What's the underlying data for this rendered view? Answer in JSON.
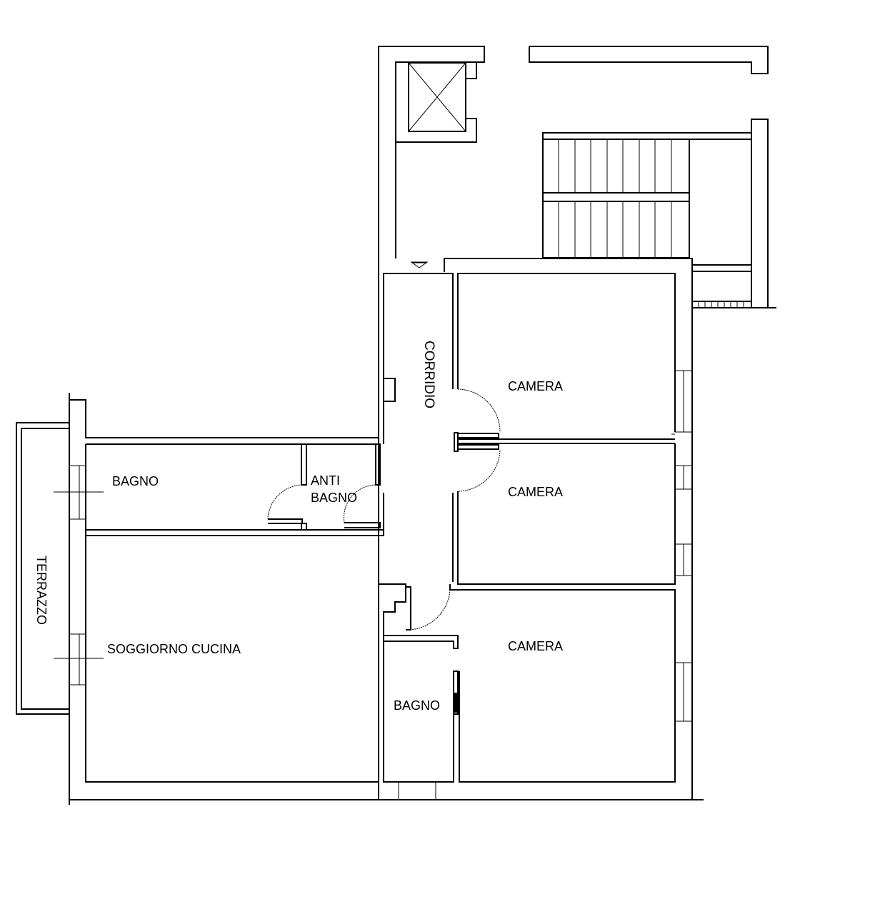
{
  "plan": {
    "rooms": [
      {
        "id": "corridor",
        "label": "CORRIDIO"
      },
      {
        "id": "camera-1",
        "label": "CAMERA"
      },
      {
        "id": "camera-2",
        "label": "CAMERA"
      },
      {
        "id": "camera-3",
        "label": "CAMERA"
      },
      {
        "id": "bagno-1",
        "label": "BAGNO"
      },
      {
        "id": "anti-bagno",
        "label_line1": "ANTI",
        "label_line2": "BAGNO"
      },
      {
        "id": "bagno-2",
        "label": "BAGNO"
      },
      {
        "id": "soggiorno",
        "label": "SOGGIORNO CUCINA"
      },
      {
        "id": "terrazzo",
        "label": "TERRAZZO"
      }
    ],
    "colors": {
      "line": "#000000",
      "background": "#ffffff"
    }
  }
}
